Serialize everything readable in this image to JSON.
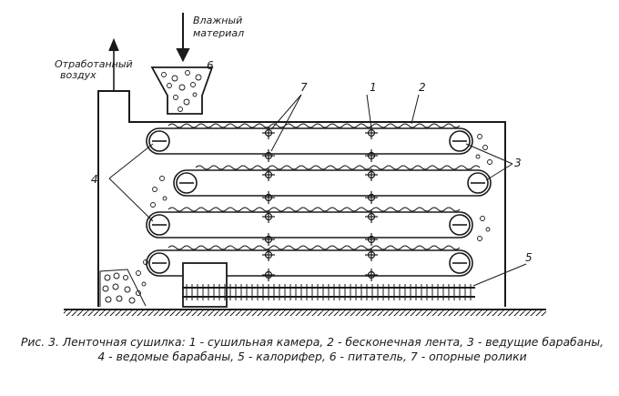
{
  "labels": {
    "input": [
      "Влажный",
      "материал"
    ],
    "exhaust": [
      "Отработанный",
      "воздух"
    ]
  },
  "numbers": [
    "1",
    "2",
    "3",
    "4",
    "5",
    "6",
    "7"
  ],
  "caption": {
    "line1": "Рис. 3. Ленточная сушилка: 1 - сушильная камера, 2 - бесконечная лента, 3 - ведущие барабаны,",
    "line2": "4 - ведомые барабаны, 5 - калорифер, 6 - питатель, 7 - опорные ролики"
  },
  "colors": {
    "ink": "#1a1a1a",
    "background": "#ffffff"
  }
}
